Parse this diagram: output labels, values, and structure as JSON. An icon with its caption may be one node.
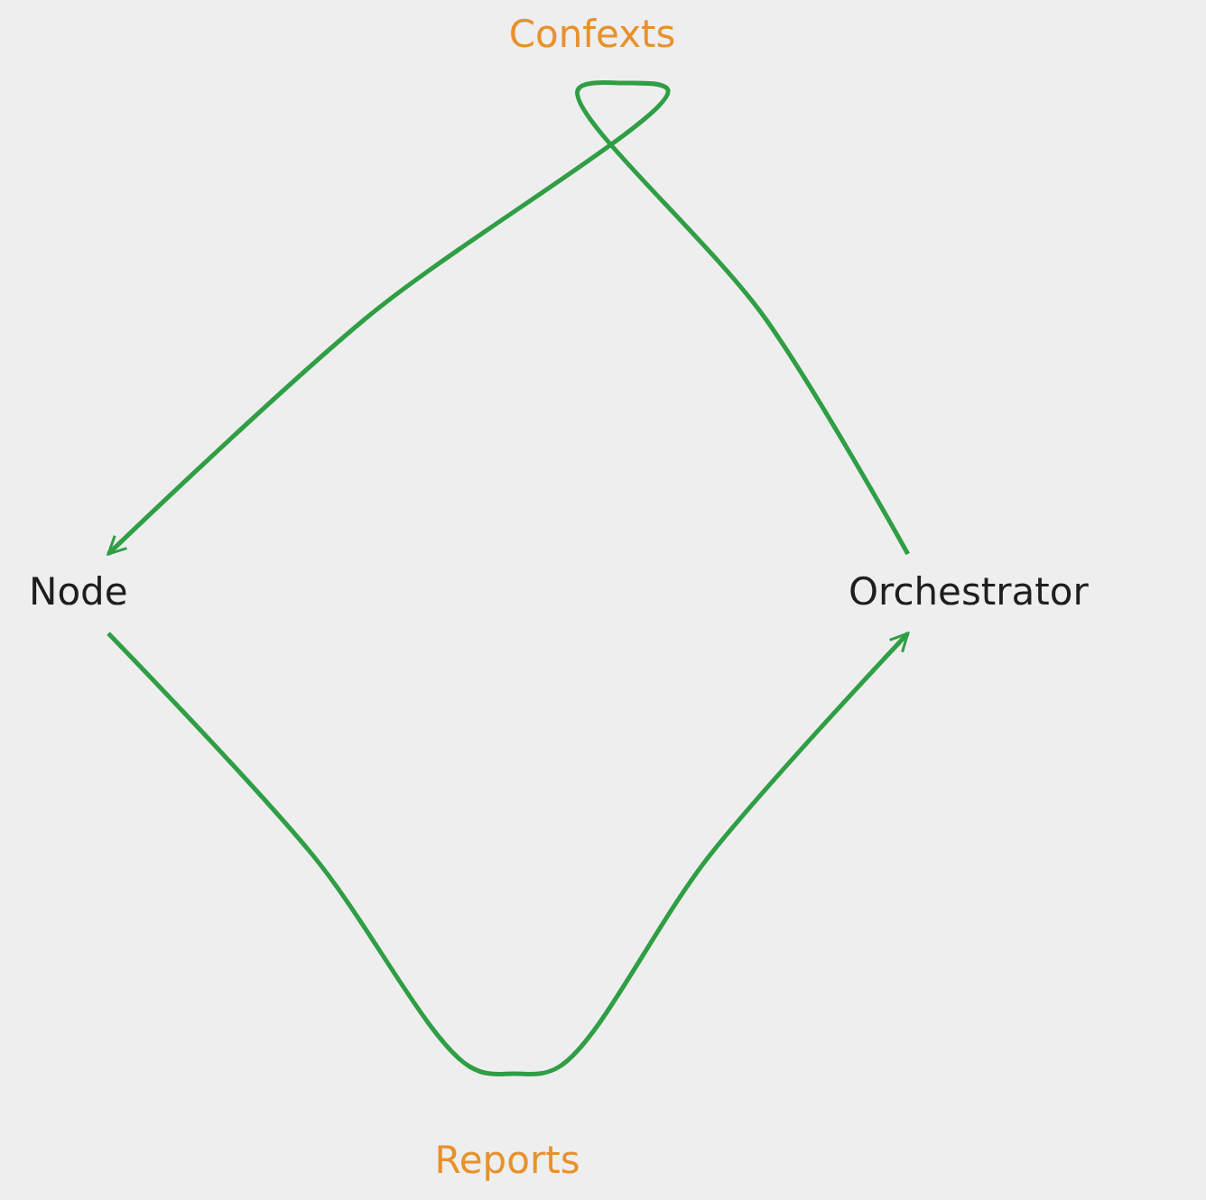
{
  "diagram": {
    "nodes": [
      {
        "text": [
          "Node"
        ]
      },
      {
        "text": [
          "Orchestrator"
        ]
      }
    ],
    "edges": [
      {
        "from": 1,
        "to": 0,
        "arrow": "to",
        "label": "Confexts"
      },
      {
        "from": 0,
        "to": 1,
        "arrow": "to",
        "label": "Reports"
      }
    ]
  }
}
